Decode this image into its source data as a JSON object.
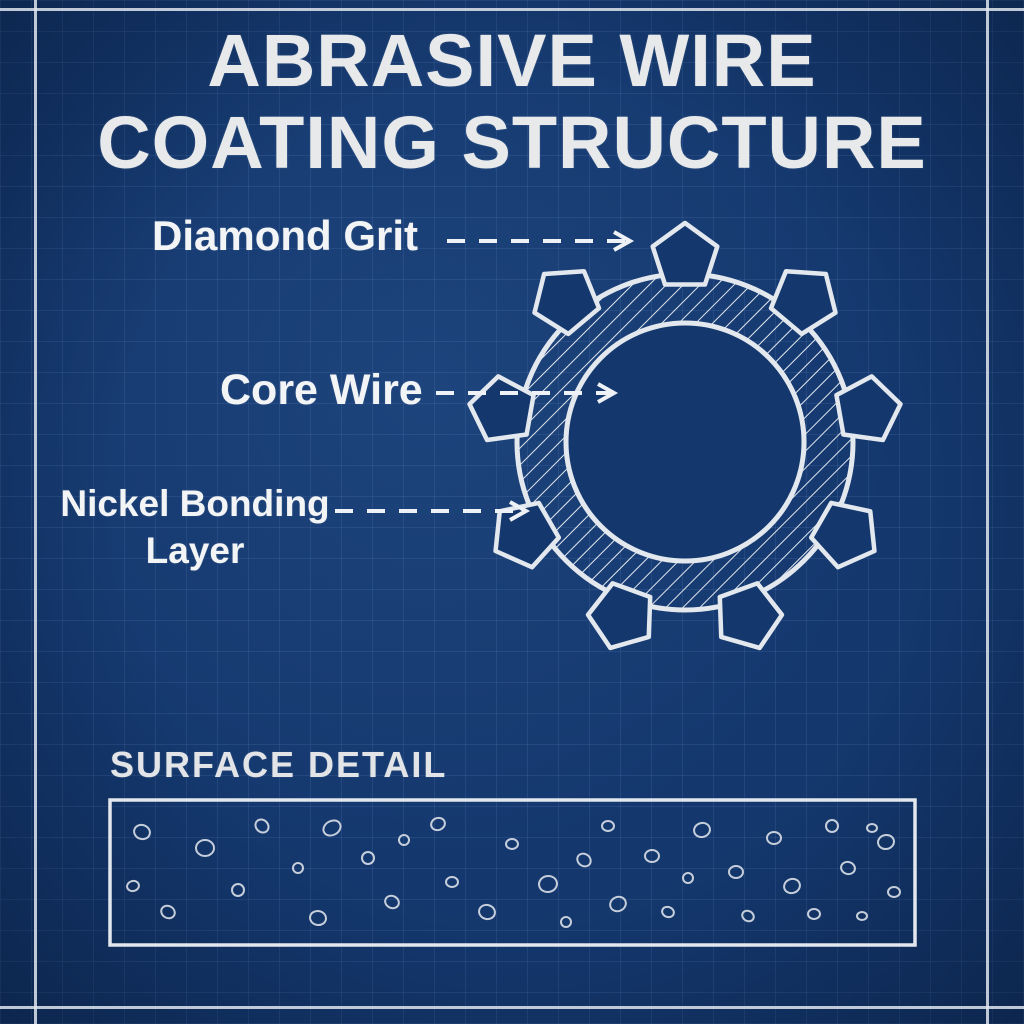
{
  "title": {
    "line1": "ABRASIVE WIRE",
    "line2": "COATING STRUCTURE"
  },
  "callouts": {
    "diamond_grit": "Diamond Grit",
    "core_wire": "Core Wire",
    "nickel_bonding_line1": "Nickel Bonding",
    "nickel_bonding_line2": "Layer"
  },
  "sections": {
    "surface_detail": "SURFACE DETAIL"
  },
  "colors": {
    "background": "#14386e",
    "line": "#e3e8ee",
    "text": "#e7e9eb"
  },
  "diagram": {
    "type": "blueprint cross-section of abrasive wire",
    "parts": [
      "Diamond Grit",
      "Core Wire",
      "Nickel Bonding Layer"
    ]
  }
}
